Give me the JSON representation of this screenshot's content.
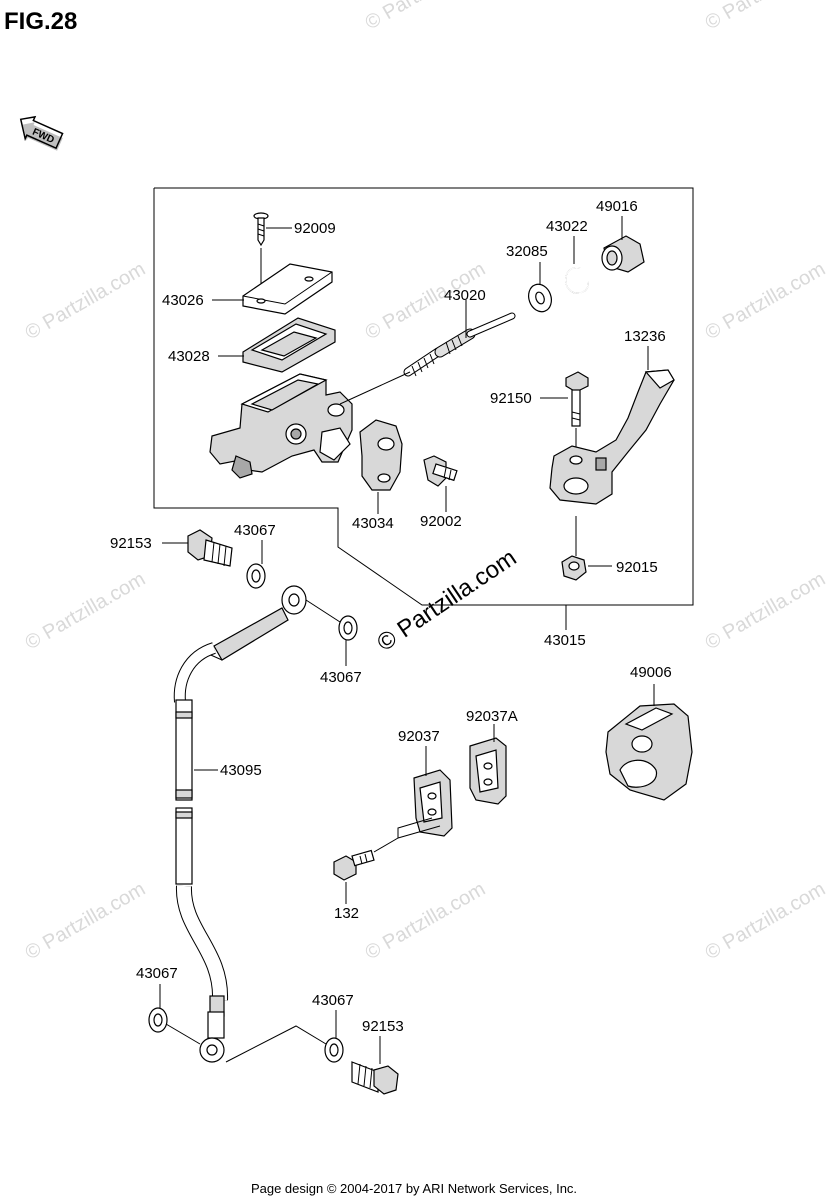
{
  "figure": {
    "title": "FIG.28"
  },
  "direction_marker": {
    "text": "FWD",
    "icon": "fwd-arrow-icon"
  },
  "watermark": {
    "text": "© Partzilla.com"
  },
  "footer": {
    "text": "Page design © 2004-2017 by ARI Network Services, Inc."
  },
  "parts": [
    {
      "id": "p92009",
      "number": "92009"
    },
    {
      "id": "p43026",
      "number": "43026"
    },
    {
      "id": "p43028",
      "number": "43028"
    },
    {
      "id": "p43020",
      "number": "43020"
    },
    {
      "id": "p32085",
      "number": "32085"
    },
    {
      "id": "p43022",
      "number": "43022"
    },
    {
      "id": "p49016",
      "number": "49016"
    },
    {
      "id": "p13236",
      "number": "13236"
    },
    {
      "id": "p92150",
      "number": "92150"
    },
    {
      "id": "p43034",
      "number": "43034"
    },
    {
      "id": "p92002",
      "number": "92002"
    },
    {
      "id": "p92015",
      "number": "92015"
    },
    {
      "id": "p43015",
      "number": "43015"
    },
    {
      "id": "p92153a",
      "number": "92153"
    },
    {
      "id": "p43067a",
      "number": "43067"
    },
    {
      "id": "p43067b",
      "number": "43067"
    },
    {
      "id": "p43095",
      "number": "43095"
    },
    {
      "id": "p49006",
      "number": "49006"
    },
    {
      "id": "p92037",
      "number": "92037"
    },
    {
      "id": "p92037A",
      "number": "92037A"
    },
    {
      "id": "p132",
      "number": "132"
    },
    {
      "id": "p43067c",
      "number": "43067"
    },
    {
      "id": "p43067d",
      "number": "43067"
    },
    {
      "id": "p92153b",
      "number": "92153"
    }
  ]
}
